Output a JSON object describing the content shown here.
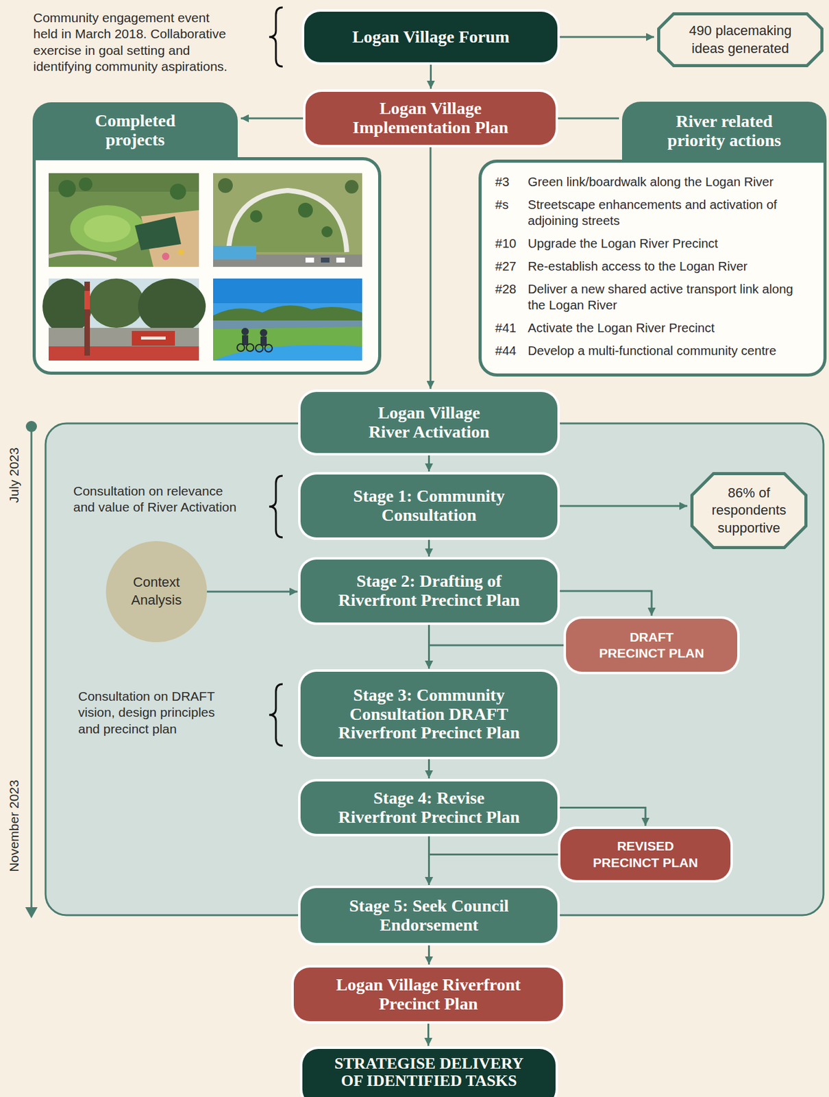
{
  "diagram": {
    "nodes": [
      {
        "text": [
          "Logan Village Forum"
        ]
      },
      {
        "text": [
          "490 placemaking ideas generated"
        ]
      },
      {
        "text": [
          "Logan Village Implementation Plan"
        ]
      },
      {
        "text": [
          "Completed projects"
        ]
      },
      {
        "text": [
          "River related priority actions",
          "#3",
          "Green link/boardwalk along the Logan River",
          "#s",
          "Streetscape enhancements and activation of adjoining streets",
          "#10",
          "Upgrade the Logan River Precinct",
          "#27",
          "Re-establish access to the Logan River",
          "#28",
          "Deliver a new shared active transport link along the Logan River",
          "#41",
          "Activate the Logan River Precinct",
          "#44",
          "Develop a multi-functional community centre"
        ]
      },
      {
        "text": [
          "Logan Village River Activation"
        ]
      },
      {
        "text": [
          "Stage 1: Community Consultation"
        ],
        "in": 5
      },
      {
        "text": [
          "86% of respondents supportive"
        ],
        "in": 5
      },
      {
        "text": [
          "Context Analysis"
        ],
        "in": 5
      },
      {
        "text": [
          "Stage 2: Drafting of Riverfront Precinct Plan"
        ],
        "in": 5
      },
      {
        "text": [
          "DRAFT PRECINCT PLAN"
        ],
        "in": 5
      },
      {
        "text": [
          "Stage 3: Community Consultation DRAFT Riverfront Precinct Plan"
        ],
        "in": 5
      },
      {
        "text": [
          "Stage 4: Revise Riverfront Precinct Plan"
        ],
        "in": 5
      },
      {
        "text": [
          "REVISED PRECINCT PLAN"
        ],
        "in": 5
      },
      {
        "text": [
          "Stage 5: Seek Council Endorsement"
        ],
        "in": 5
      },
      {
        "text": [
          "Logan Village Riverfront Precinct Plan"
        ]
      },
      {
        "text": [
          "STRATEGISE DELIVERY OF IDENTIFIED TASKS"
        ]
      }
    ],
    "edges": [
      {
        "from": 0,
        "to": 1,
        "arrow": "to"
      },
      {
        "from": 0,
        "to": 2,
        "arrow": "to"
      },
      {
        "from": 2,
        "to": 3,
        "arrow": "to"
      },
      {
        "from": 2,
        "to": 4,
        "arrow": "none"
      },
      {
        "from": 2,
        "to": 5,
        "arrow": "to"
      },
      {
        "from": 5,
        "to": 6,
        "arrow": "to"
      },
      {
        "from": 6,
        "to": 7,
        "arrow": "to"
      },
      {
        "from": 6,
        "to": 9,
        "arrow": "to"
      },
      {
        "from": 8,
        "to": 9,
        "arrow": "to"
      },
      {
        "from": 9,
        "to": 10,
        "arrow": "to"
      },
      {
        "from": 9,
        "to": 11,
        "arrow": "to"
      },
      {
        "from": 10,
        "to": 11,
        "arrow": "to"
      },
      {
        "from": 11,
        "to": 12,
        "arrow": "to"
      },
      {
        "from": 12,
        "to": 13,
        "arrow": "to"
      },
      {
        "from": 12,
        "to": 14,
        "arrow": "to"
      },
      {
        "from": 13,
        "to": 14,
        "arrow": "to"
      },
      {
        "from": 14,
        "to": 15,
        "arrow": "to"
      },
      {
        "from": 15,
        "to": 16,
        "arrow": "to"
      }
    ],
    "labels": [
      "Community engagement event held in March 2018. Collaborative exercise in goal setting and identifying community aspirations.",
      "Consultation on relevance and value of River Activation",
      "Consultation on DRAFT vision, design principles and precinct plan",
      "July 2023",
      "November 2023"
    ]
  }
}
